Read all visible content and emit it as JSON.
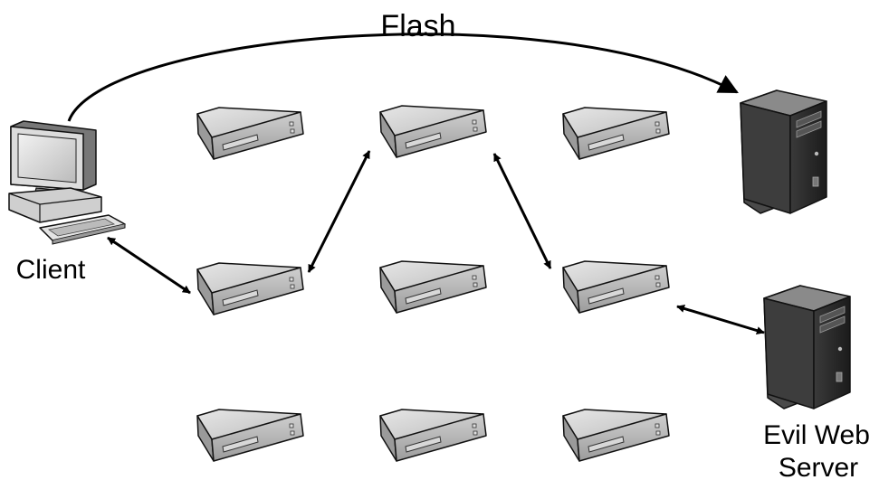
{
  "labels": {
    "flash": "Flash",
    "client": "Client",
    "evil_server_line1": "Evil Web",
    "evil_server_line2": "Server"
  },
  "colors": {
    "node_fill": "#c8c8c8",
    "node_dark": "#8a8a8a",
    "server_fill": "#2a2a2a",
    "arrow": "#000000"
  },
  "icons": {
    "client": "desktop-computer-icon",
    "relay": "network-relay-box-icon",
    "server": "tower-server-icon"
  }
}
